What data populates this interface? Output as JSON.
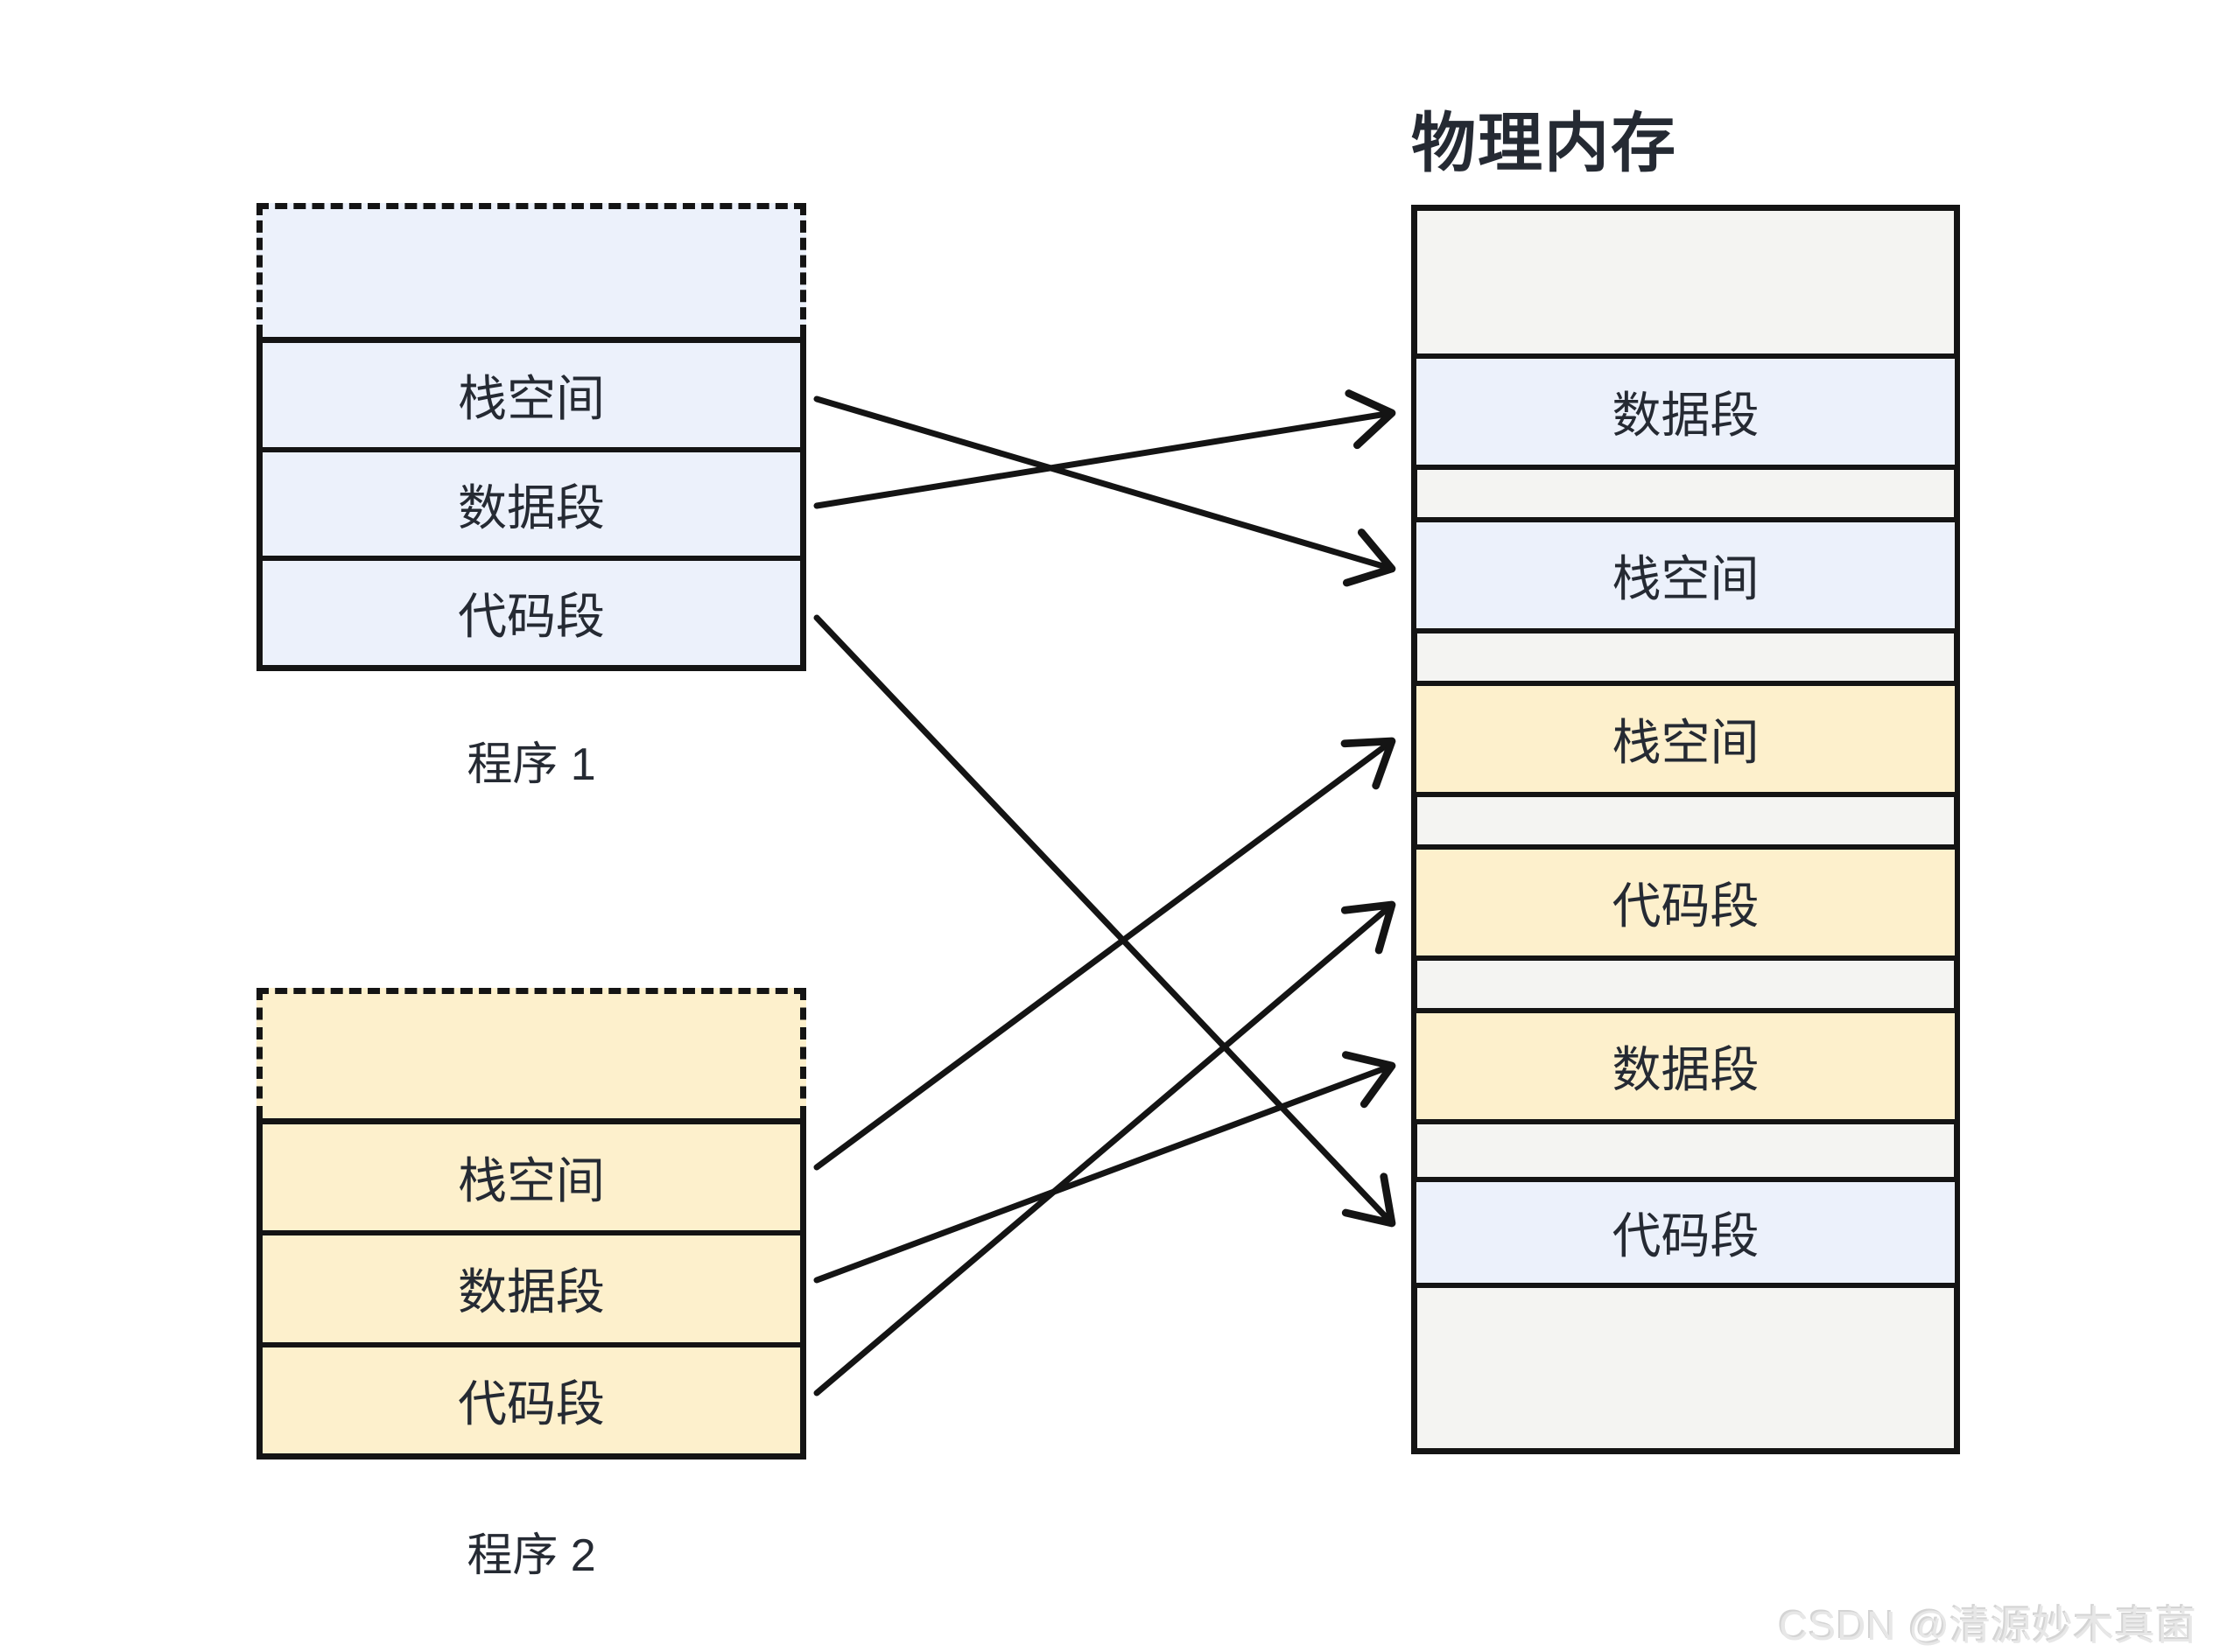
{
  "physical": {
    "title": "物理内存",
    "segments": [
      {
        "label": "数据段",
        "color": "blue",
        "owner_program": "程序 1"
      },
      {
        "label": "栈空间",
        "color": "blue",
        "owner_program": "程序 1"
      },
      {
        "label": "栈空间",
        "color": "yellow",
        "owner_program": "程序 2"
      },
      {
        "label": "代码段",
        "color": "yellow",
        "owner_program": "程序 2"
      },
      {
        "label": "数据段",
        "color": "yellow",
        "owner_program": "程序 2"
      },
      {
        "label": "代码段",
        "color": "blue",
        "owner_program": "程序 1"
      }
    ]
  },
  "programs": [
    {
      "label": "程序 1",
      "color": "blue",
      "segments": [
        {
          "label": "栈空间"
        },
        {
          "label": "数据段"
        },
        {
          "label": "代码段"
        }
      ]
    },
    {
      "label": "程序 2",
      "color": "yellow",
      "segments": [
        {
          "label": "栈空间"
        },
        {
          "label": "数据段"
        },
        {
          "label": "代码段"
        }
      ]
    }
  ],
  "mappings": [
    {
      "from": "程序 1 / 栈空间",
      "to": "物理内存 / 栈空间 (蓝)"
    },
    {
      "from": "程序 1 / 数据段",
      "to": "物理内存 / 数据段 (蓝)"
    },
    {
      "from": "程序 1 / 代码段",
      "to": "物理内存 / 代码段 (蓝)"
    },
    {
      "from": "程序 2 / 栈空间",
      "to": "物理内存 / 栈空间 (黄)"
    },
    {
      "from": "程序 2 / 数据段",
      "to": "物理内存 / 数据段 (黄)"
    },
    {
      "from": "程序 2 / 代码段",
      "to": "物理内存 / 代码段 (黄)"
    }
  ],
  "watermark": {
    "text": "CSDN @清源妙木真菌"
  },
  "colors": {
    "program1_fill": "#ecf1fb",
    "program2_fill": "#fdf0cc",
    "memory_background": "#f4f4f2",
    "border": "#141414",
    "text": "#252a33",
    "watermark": "#e7e7e7"
  }
}
